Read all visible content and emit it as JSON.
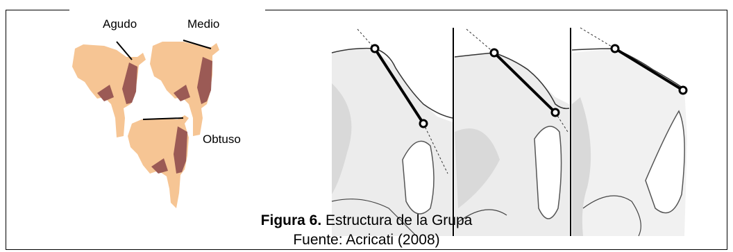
{
  "figure": {
    "labels": {
      "agudo": "Agudo",
      "medio": "Medio",
      "obtuso": "Obtuso"
    },
    "caption": {
      "number": "Figura 6.",
      "title": " Estructura de la Grupa",
      "source": "Fuente: Acricati (2008)"
    },
    "colors": {
      "skin": "#f6c594",
      "skin_dark": "#9b5a55",
      "panel_gray": "#d9d9d9"
    }
  }
}
